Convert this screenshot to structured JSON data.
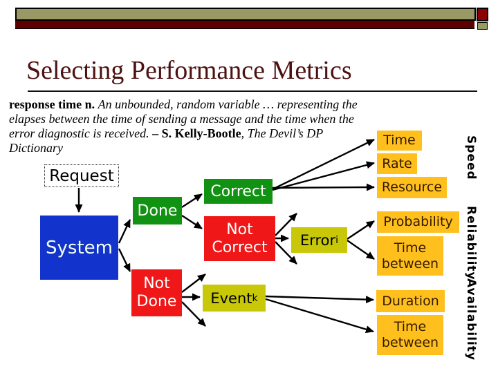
{
  "title": "Selecting Performance Metrics",
  "quote": {
    "lines": [
      {
        "segments": [
          {
            "style": "bold",
            "text": "response time n. "
          },
          {
            "style": "italic",
            "text": "An unbounded, random variable … representing the"
          }
        ]
      },
      {
        "segments": [
          {
            "style": "italic",
            "text": "elapses between the time of sending a message and the time when the"
          }
        ]
      },
      {
        "segments": [
          {
            "style": "italic",
            "text": "error diagnostic is received. "
          },
          {
            "style": "bold",
            "text": "– S. Kelly-Bootle"
          },
          {
            "style": "italic",
            "text": ", The Devil’s DP"
          }
        ]
      },
      {
        "segments": [
          {
            "style": "italic",
            "text": "Dictionary"
          }
        ]
      }
    ]
  },
  "diagram": {
    "nodes": {
      "request": {
        "label": "Request"
      },
      "system": {
        "label": "System"
      },
      "done": {
        "label": "Done"
      },
      "not_done": {
        "label": "Not Done"
      },
      "correct": {
        "label": "Correct"
      },
      "not_correct": {
        "label": "Not Correct"
      },
      "event": {
        "label": "Event",
        "subscript": "k"
      },
      "error": {
        "label": "Error",
        "subscript": "i"
      },
      "time": {
        "label": "Time"
      },
      "rate": {
        "label": "Rate"
      },
      "resource": {
        "label": "Resource"
      },
      "probability": {
        "label": "Probability"
      },
      "time_between_reliability": {
        "label": "Time between"
      },
      "duration": {
        "label": "Duration"
      },
      "time_between_availability": {
        "label": "Time between"
      }
    },
    "edges": [
      {
        "from": "request",
        "to": "system"
      },
      {
        "from": "system",
        "to": "done"
      },
      {
        "from": "system",
        "to": "not_done"
      },
      {
        "from": "done",
        "to": "correct"
      },
      {
        "from": "done",
        "to": "not_correct"
      },
      {
        "from": "correct",
        "to": "time"
      },
      {
        "from": "correct",
        "to": "rate"
      },
      {
        "from": "correct",
        "to": "resource"
      },
      {
        "from": "not_correct",
        "to": "error"
      },
      {
        "from": "error",
        "to": "probability"
      },
      {
        "from": "error",
        "to": "time_between_reliability"
      },
      {
        "from": "not_done",
        "to": "event"
      },
      {
        "from": "event",
        "to": "duration"
      },
      {
        "from": "event",
        "to": "time_between_availability"
      }
    ],
    "groups": [
      {
        "label": "Speed"
      },
      {
        "label": "Reliability"
      },
      {
        "label": "Availability"
      }
    ]
  },
  "colors": {
    "header_bar_tan": "#999966",
    "header_bar_maroon": "#5e0000",
    "title_maroon": "#4d1111",
    "system_blue": "#1233cc",
    "done_green": "#129212",
    "fail_red": "#ef1717",
    "event_olive": "#c8c808",
    "metric_amber": "#ffc01d"
  }
}
